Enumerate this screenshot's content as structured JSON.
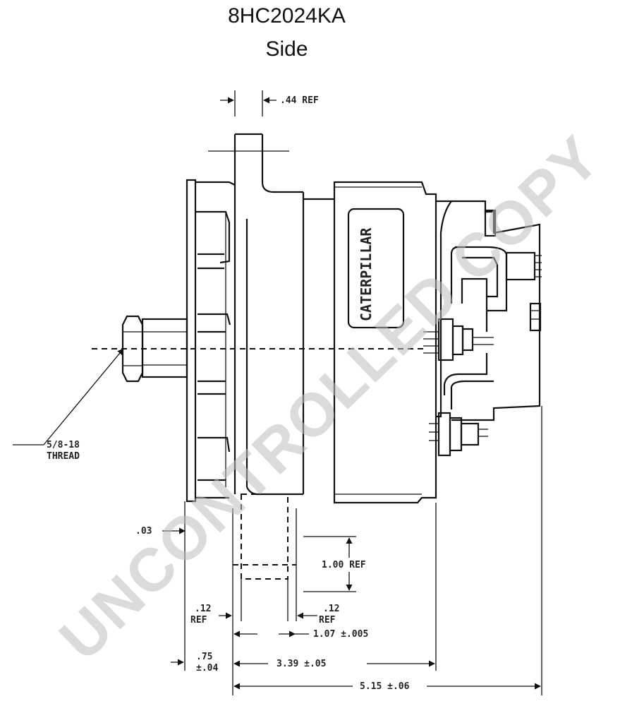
{
  "title": {
    "model": "8HC2024KA",
    "view": "Side"
  },
  "badge": {
    "text": "CATERPILLAR"
  },
  "dimensions": {
    "top_ref": ".44 REF",
    "thread": "5/8-18",
    "thread_label": "THREAD",
    "small_offset": ".03",
    "height_ref": "1.00 REF",
    "left_ref_value": ".12",
    "left_ref_label": "REF",
    "right_ref_value": ".12",
    "right_ref_label": "REF",
    "mount_width": "1.07 ±.005",
    "offset_value": ".75",
    "offset_tol": "±.04",
    "body_length": "3.39 ±.05",
    "overall_length": "5.15 ±.06"
  },
  "watermark": {
    "text": "UNCONTROLLED COPY"
  }
}
